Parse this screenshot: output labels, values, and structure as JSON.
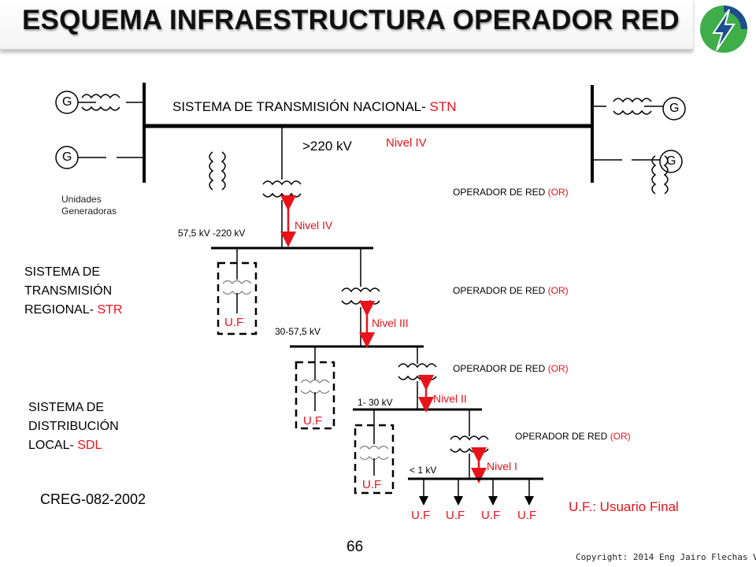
{
  "header": {
    "title": "ESQUEMA  INFRAESTRUCTURA OPERADOR RED"
  },
  "generators": {
    "g_label": "G",
    "units_label": "Unidades\nGeneradoras"
  },
  "stn": {
    "name": "SISTEMA DE TRANSMISIÓN NACIONAL- ",
    "abbr": "STN",
    "voltage": ">220 kV",
    "level": "Nivel IV"
  },
  "operators": {
    "label": "OPERADOR DE RED ",
    "abbr": "(OR)"
  },
  "levels": {
    "l4": {
      "voltage": "57,5 kV -220 kV",
      "label": "Nivel IV"
    },
    "l3": {
      "voltage": "30-57,5 kV",
      "label": "Nivel III"
    },
    "l2": {
      "voltage": "1- 30 kV",
      "label": "Nivel II"
    },
    "l1": {
      "voltage": "< 1 kV",
      "label": "Nivel  I"
    }
  },
  "systems": {
    "str": {
      "line1": "SISTEMA DE",
      "line2": "TRANSMISIÓN",
      "line3": "REGIONAL- ",
      "abbr": "STR"
    },
    "sdl": {
      "line1": "SISTEMA DE",
      "line2": "DISTRIBUCIÓN",
      "line3": "LOCAL- ",
      "abbr": "SDL"
    }
  },
  "uf": {
    "label": "U.F",
    "legend": "U.F.: Usuario Final"
  },
  "footer": {
    "regulation": "CREG-082-2002",
    "page": "66",
    "copyright": "Copyright: 2014 Eng Jairo Flechas V."
  },
  "colors": {
    "accent": "#e8121b",
    "logo_green": "#3fae49",
    "logo_blue": "#1e4e8c"
  }
}
